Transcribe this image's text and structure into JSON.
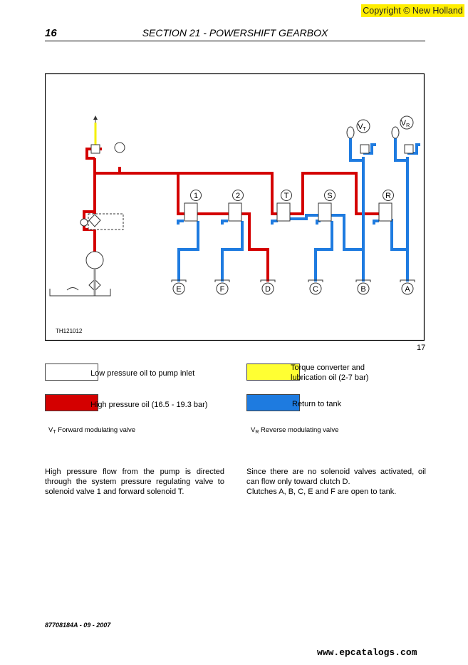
{
  "header": {
    "copyright": "Copyright © New Holland",
    "page_number": "16",
    "section_title": "SECTION 21 - POWERSHIFT GEARBOX"
  },
  "diagram": {
    "valve_labels": [
      "1",
      "2",
      "T",
      "S",
      "R"
    ],
    "clutch_labels": [
      "E",
      "F",
      "D",
      "C",
      "B",
      "A"
    ],
    "modulating_labels": {
      "vt_main": "V",
      "vt_sub": "T",
      "vr_main": "V",
      "vr_sub": "R"
    },
    "figure_code": "TH121012",
    "figure_number": "17",
    "colors": {
      "high_pressure": "#d40000",
      "return": "#1e7be0",
      "lube": "#ffff33",
      "low": "#ffffff"
    }
  },
  "legend": {
    "low": "Low pressure oil to pump inlet",
    "lube_line1": "Torque converter and",
    "lube_line2": "lubrication oil (2-7 bar)",
    "high": "High pressure oil (16.5 - 19.3 bar)",
    "return": "Return to tank"
  },
  "notes": {
    "vt_main": "V",
    "vt_sub": "T",
    "vt_text": " Forward modulating valve",
    "vr_main": "V",
    "vr_sub": "R",
    "vr_text": " Reverse modulating valve"
  },
  "body": {
    "left": "High pressure flow from the pump is directed through the system pressure regulating valve to solenoid valve 1 and forward solenoid T.",
    "right1": "Since there are no solenoid valves activated, oil can flow only toward clutch D.",
    "right2": "Clutches A, B, C, E and F are open to tank."
  },
  "footer": {
    "doc_code": "87708184A - 09 - 2007",
    "site": "www.epcatalogs.com"
  }
}
